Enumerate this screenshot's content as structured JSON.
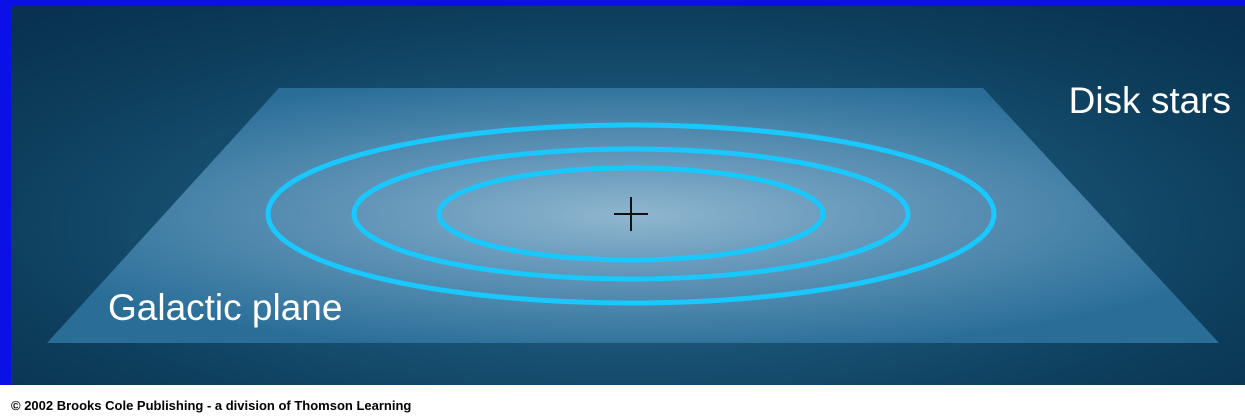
{
  "labels": {
    "disk_stars": "Disk stars",
    "galactic_plane": "Galactic plane"
  },
  "footer": {
    "copyright": "© 2002 Brooks Cole Publishing - a division of Thomson Learning"
  },
  "colors": {
    "frame_border": "#0a10e6",
    "background_dark": "#0d3e5c",
    "plane_light": "#8fb6cf",
    "plane_edge": "#2a6e98",
    "orbit_rings": "#18c8ff",
    "center_marker": "#111111",
    "text": "#ffffff"
  },
  "diagram": {
    "orbit_count": 3,
    "center_marker": "plus-sign"
  }
}
